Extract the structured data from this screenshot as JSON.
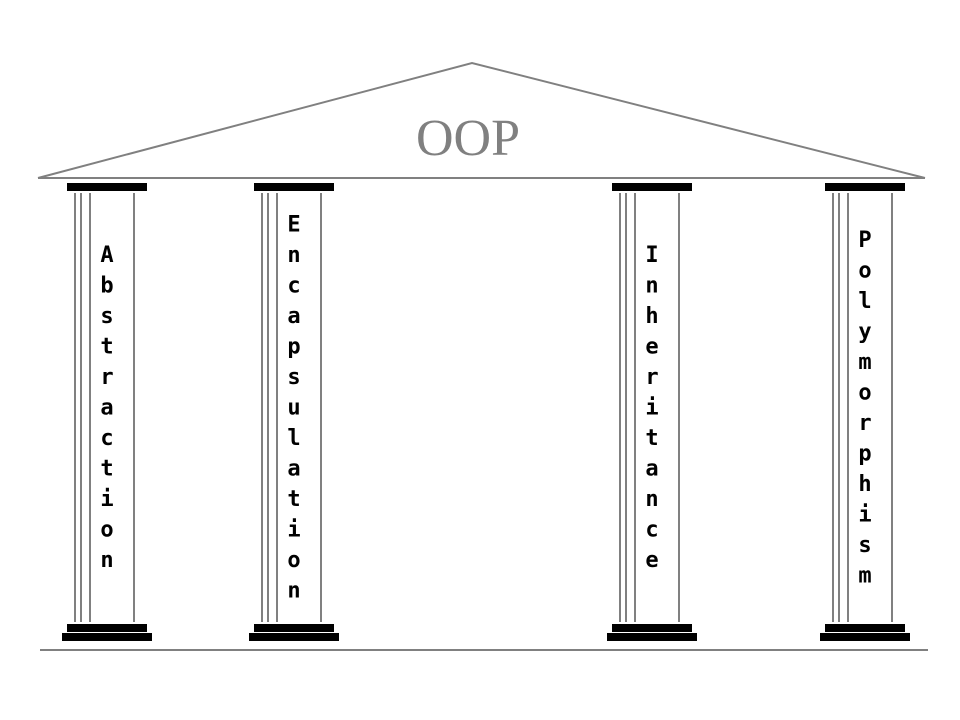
{
  "diagram": {
    "title": "OOP",
    "colors": {
      "title": "#808080",
      "roof_line": "#808080",
      "base_line": "#808080",
      "column_cap": "#000000",
      "column_line": "#000000",
      "letters": "#000000",
      "background": "#ffffff"
    },
    "pillars": [
      {
        "label": "Abstraction"
      },
      {
        "label": "Encapsulation"
      },
      {
        "label": "Inheritance"
      },
      {
        "label": "Polymorphism"
      }
    ]
  }
}
